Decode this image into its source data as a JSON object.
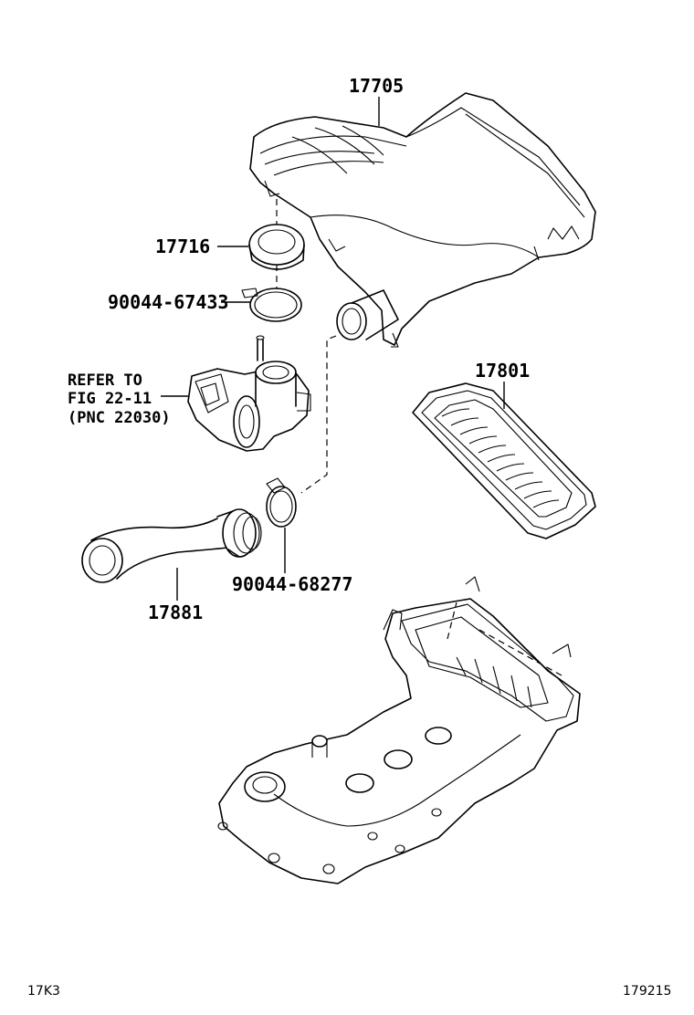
{
  "parts": {
    "air_cleaner_cap": "17705",
    "gasket": "17716",
    "clamp_upper": "90044-67433",
    "element": "17801",
    "clamp_lower": "90044-68277",
    "hose": "17881"
  },
  "reference_note": {
    "line1": "REFER TO",
    "line2": "FIG 22-11",
    "line3": "(PNC 22030)"
  },
  "footer": {
    "left_code": "17K3",
    "right_code": "179215"
  }
}
